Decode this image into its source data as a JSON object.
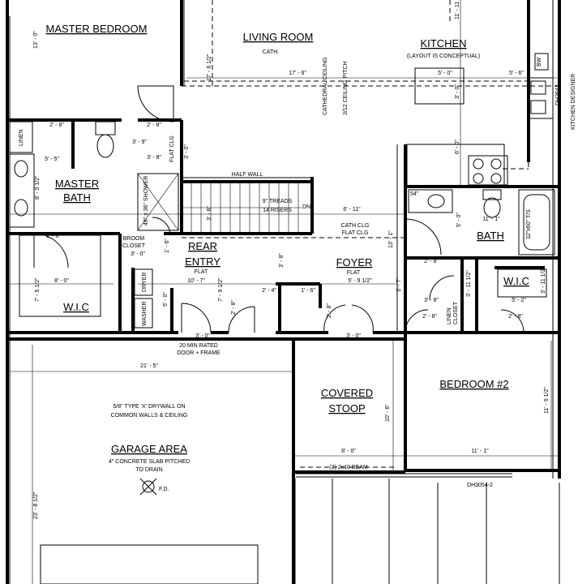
{
  "rooms": {
    "master_bedroom": "MASTER BEDROOM",
    "living_room": "LIVING ROOM",
    "kitchen": "KITCHEN",
    "master_bath_1": "MASTER",
    "master_bath_2": "BATH",
    "rear_entry_1": "REAR",
    "rear_entry_2": "ENTRY",
    "foyer": "FOYER",
    "bath": "BATH",
    "wic_right": "W.I.C",
    "wic_left": "W.I.C",
    "bedroom2": "BEDROOM #2",
    "covered_stoop_1": "COVERED",
    "covered_stoop_2": "STOOP",
    "garage": "GARAGE AREA"
  },
  "notes": {
    "cath": "CATH.",
    "kitchen_sub": "(LAYOUT IS CONCEPTUAL)",
    "cath_ceiling": "CATHEDRAL CEILING",
    "pitch": "3/12 CEILING PITCH",
    "half_wall": "HALF WALL",
    "treads": "9\" TREADS",
    "risers": "14 RISERS",
    "dn": "DN",
    "cath_clg": "CATH CLG",
    "flat_clg": "FLAT CLG",
    "flat_clg_vert": "FLAT CLG",
    "flat_rear": "FLAT",
    "flat_foyer": "FLAT",
    "linen_left": "LINEN",
    "linen_right_1": "LINEN",
    "linen_right_2": "CLOSET",
    "shower": "48\" x 36\" SHOWER",
    "broom_1": "BROOM",
    "broom_2": "CLOSET",
    "dryer": "DRYER",
    "washer": "WASHER",
    "door_rated_1": "20 MIN RATED",
    "door_rated_2": "DOOR + FRAME",
    "drywall_1": "5/8\" TYPE 'X' DRYWALL ON",
    "drywall_2": "COMMON WALLS & CEILING",
    "slab_1": "4\" CONCRETE SLAB PITCHED",
    "slab_2": "TO DRAIN",
    "fd": "F.D.",
    "beam": "(2) 2x10 BEAM",
    "dh3054": "DH3054-2",
    "dh2642": "DH2642",
    "kitchen_designer": "KITCHEN DESIGNER",
    "tub": "32\"x60\" T/S",
    "bw": "BW",
    "vanity54": "54\""
  },
  "dimensions": {
    "d_13_0": "13' - 0\"",
    "d_17_6_half": "17' - 6 1/2\"",
    "d_17_6": "17' - 6\"",
    "d_5_0_k": "5' - 0\"",
    "d_5_6": "5' - 6\"",
    "d_3_0_k": "3' - 0\"",
    "d_6_0_k": "6' - 0\"",
    "d_11_top": "11' - 11",
    "d_2_8_a": "2' - 8\"",
    "d_2_8_b": "2' - 8\"",
    "d_3_9": "3' - 9\"",
    "d_3_8_a": "3' - 8\"",
    "d_3_0_v": "3' - 0\"",
    "d_5_5": "5' - 5\"",
    "d_8_0_half": "8' - 0 1/2\"",
    "d_3_6_stair": "3' - 6\"",
    "d_2_8_c": "2' - 8\"",
    "d_6_11": "6' - 11\"",
    "d_5_0_bath": "5' - 0\"",
    "d_11_1_bath": "11' - 1\"",
    "d_13_1": "13' - 1\"",
    "d_3_0_broom": "3' - 0\"",
    "d_1_6": "1' - 6\"",
    "d_3_8_b": "3' - 8\"",
    "d_10_7": "10' - 7\"",
    "d_7_9_half": "7' - 9 1/2\"",
    "d_5_9_half": "5' - 9 1/2\"",
    "d_8_0_wic": "8' - 0\"",
    "d_7_5_half": "7' - 5 1/2\"",
    "d_5_0_lau": "5' - 0\"",
    "d_3_0_door": "3' - 0\"",
    "d_2_8_d": "2' - 8\"",
    "d_2_4": "2' - 4\"",
    "d_1_6_b": "1' - 6\"",
    "d_2_8_e": "2' - 8\"",
    "d_3_0_foyer": "3' - 0\"",
    "d_3_7": "3' - 7\"",
    "d_2_8_f": "2' - 8\"",
    "d_3_8_c": "3' - 8\"",
    "d_3_11_half_a": "3' - 11 1/2\"",
    "d_3_11_half_b": "3' - 11 1/2\"",
    "d_5_2": "5' - 2\"",
    "d_2_8_g": "2' - 8\"",
    "d_2_8_h": "2' - 8\"",
    "d_21_5": "21' - 5\"",
    "d_10_6": "10' - 6\"",
    "d_8_0_stoop": "8' - 0\"",
    "d_11_1": "11' - 1\"",
    "d_11_9_half": "11' - 9 1/2\"",
    "d_23_8_half": "23' - 8 1/2\""
  }
}
